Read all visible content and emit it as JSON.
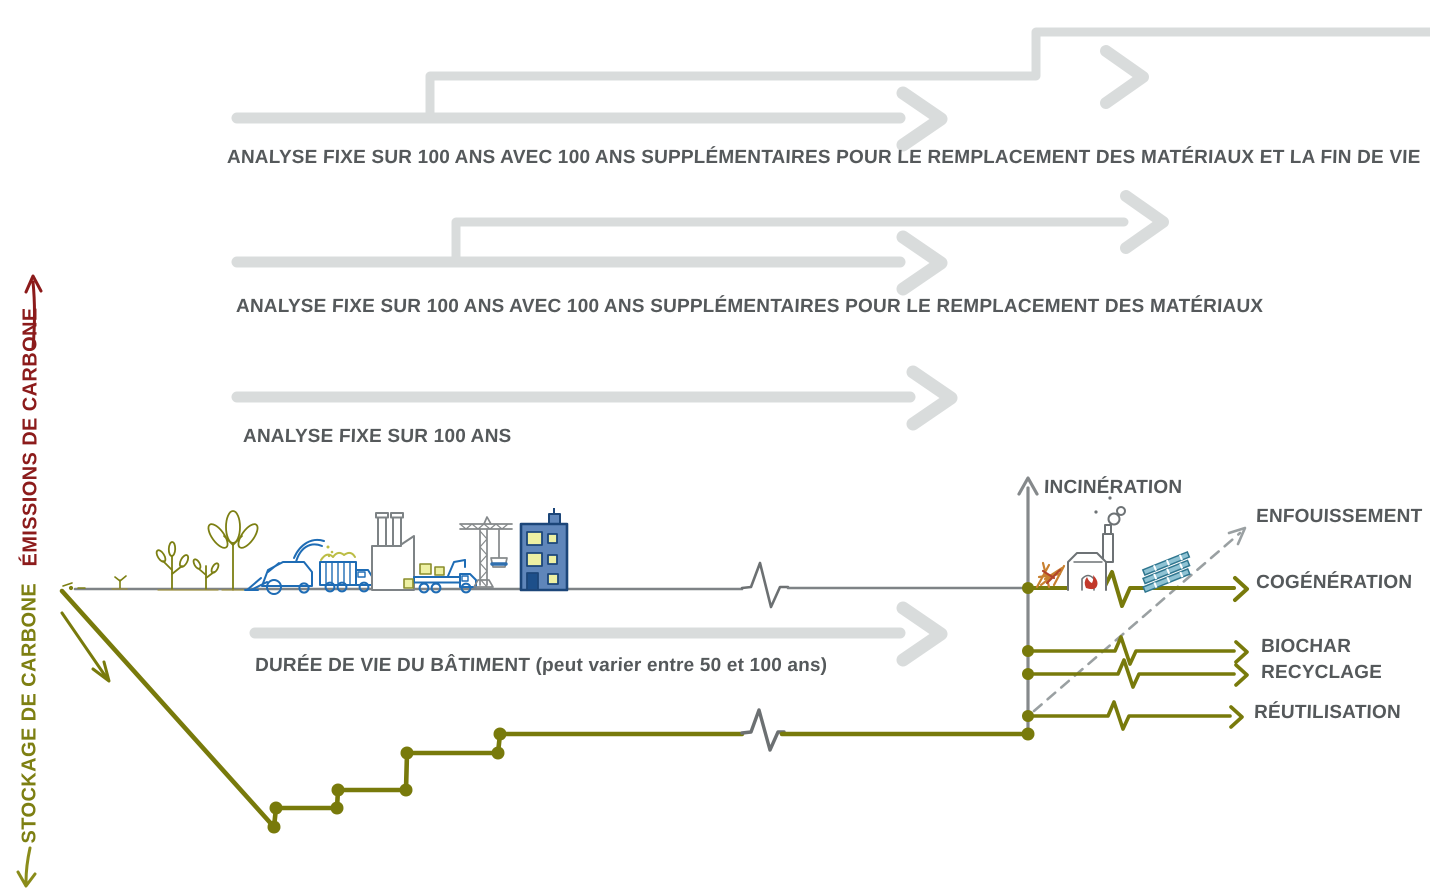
{
  "axis": {
    "emissions_label": "ÉMISSIONS DE CARBONE",
    "storage_label": "STOCKAGE DE CARBONE",
    "emissions_color": "#8c1b1b",
    "storage_color": "#787a0b"
  },
  "analysis_arrows": {
    "fixed_100_end_of_life": "ANALYSE FIXE SUR 100 ANS AVEC 100 ANS SUPPLÉMENTAIRES POUR LE REMPLACEMENT DES MATÉRIAUX ET LA FIN DE VIE",
    "fixed_100_replacement": "ANALYSE FIXE SUR 100 ANS AVEC 100 ANS SUPPLÉMENTAIRES POUR LE REMPLACEMENT DES MATÉRIAUX",
    "fixed_100": "ANALYSE FIXE SUR 100 ANS",
    "building_life": "DURÉE DE VIE DU BÂTIMENT (peut varier entre 50 et 100 ans)"
  },
  "end_of_life": {
    "incineration": "INCINÉRATION",
    "enfouissement": "ENFOUISSEMENT",
    "cogeneration": "COGÉNÉRATION",
    "biochar": "BIOCHAR",
    "recyclage": "RECYCLAGE",
    "reutilisation": "RÉUTILISATION"
  },
  "icons": [
    "seedlings-icon",
    "saplings-icon",
    "tree-icon",
    "harvester-icon",
    "woodchip-truck-icon",
    "factory-icon",
    "flatbed-truck-icon",
    "tower-crane-icon",
    "building-icon",
    "wood-pile-icon",
    "incinerator-icon",
    "steel-beams-icon"
  ],
  "colors": {
    "timeline_arrow_gray": "#d9dcdc",
    "label_gray": "#55595b",
    "baseline_gray": "#7e8386",
    "dashed_gray": "#9aa0a2",
    "olive": "#787a0b",
    "emissions_red": "#8c1b1b",
    "machine_blue": "#1e6cb5",
    "building_navy": "#1c4679",
    "building_fill": "#5f86ba",
    "window_yellow": "#edf0a3",
    "chips_yellow": "#bcbd45",
    "wood_orange": "#c8802f",
    "flame_red": "#c2392b",
    "beam_teal_fill": "#8fc3d4",
    "beam_teal_stroke": "#2f768f"
  }
}
